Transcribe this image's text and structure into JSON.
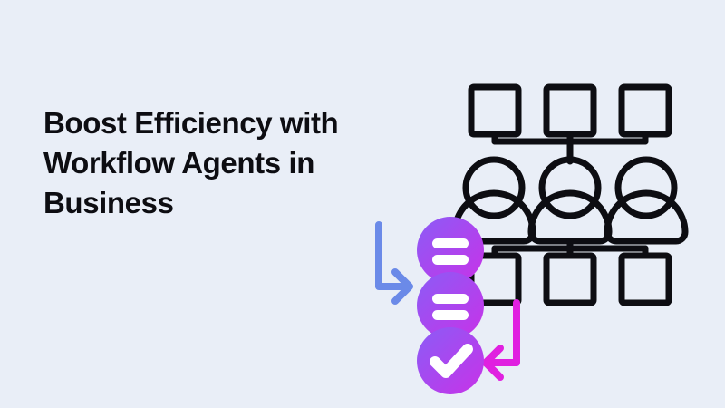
{
  "slide": {
    "background_color": "#e9eef7",
    "heading": "Boost Efficiency with Workflow Agents in Business",
    "heading_color": "#0d0d12"
  },
  "graphic": {
    "name": "workflow-agents-org-chart-illustration",
    "stroke_color": "#0d0d12",
    "blue_arrow": {
      "name": "blue-elbow-arrow-down-right",
      "color": "#6b8ae8"
    },
    "magenta_arrow": {
      "name": "magenta-elbow-arrow-down-left",
      "color": "#e020e0"
    },
    "badges": [
      {
        "name": "equals-badge-1",
        "glyph": "equals-icon",
        "gradient_from": "#8b5cf6",
        "gradient_to": "#c832e8"
      },
      {
        "name": "equals-badge-2",
        "glyph": "equals-icon",
        "gradient_from": "#8b5cf6",
        "gradient_to": "#c832e8"
      },
      {
        "name": "check-badge",
        "glyph": "check-icon",
        "gradient_from": "#8b5cf6",
        "gradient_to": "#c832e8"
      }
    ],
    "top_nodes": [
      {
        "name": "top-node-square-1"
      },
      {
        "name": "top-node-square-2"
      },
      {
        "name": "top-node-square-3"
      }
    ],
    "people": [
      {
        "name": "person-icon-1"
      },
      {
        "name": "person-icon-2"
      },
      {
        "name": "person-icon-3"
      }
    ],
    "bottom_nodes": [
      {
        "name": "bottom-node-square-1"
      },
      {
        "name": "bottom-node-square-2"
      },
      {
        "name": "bottom-node-square-3"
      }
    ]
  }
}
